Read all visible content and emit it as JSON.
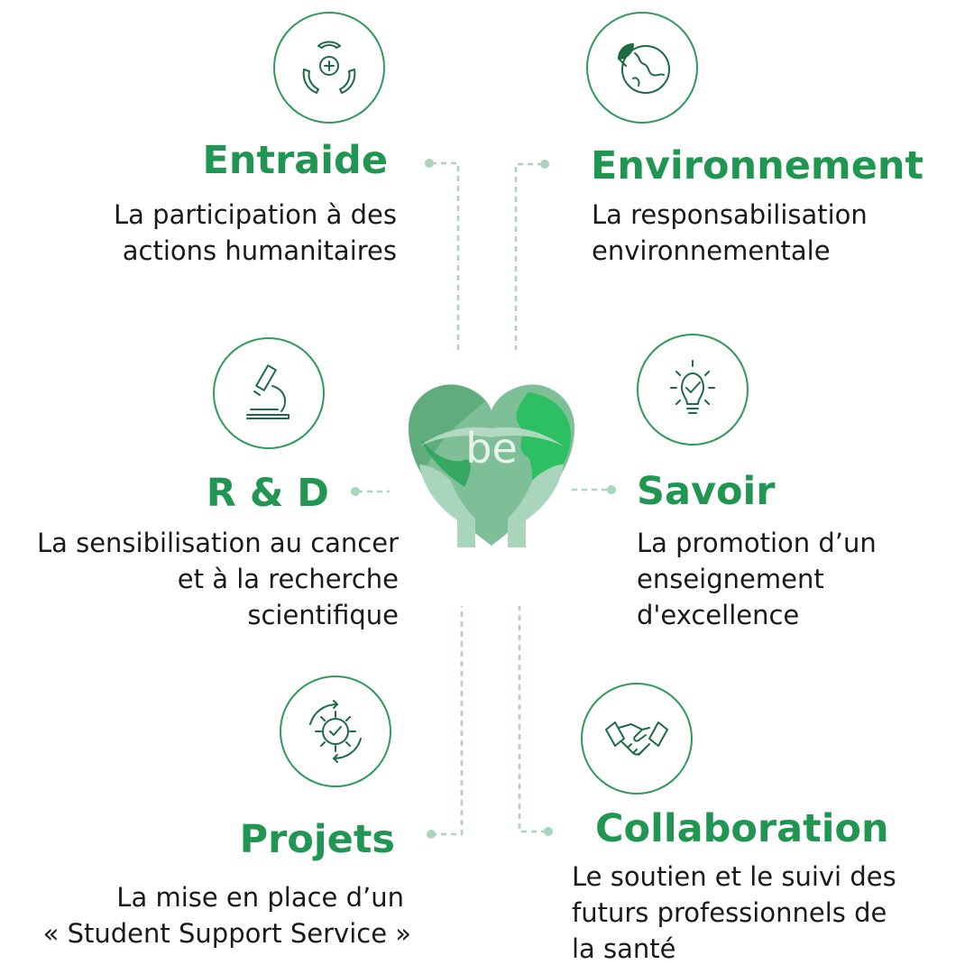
{
  "colors": {
    "accent": "#219653",
    "light": "#a8d5bb",
    "text": "#1a1a1a"
  },
  "center": {
    "logo_text": "be",
    "icon": "heart-globe-hands-icon"
  },
  "items": [
    {
      "title": "Entraide",
      "lines": [
        "La participation à des",
        "actions humanitaires"
      ],
      "icon": "helping-hands-medical-icon"
    },
    {
      "title": "Environnement",
      "lines": [
        "La responsabilisation",
        "environnementale"
      ],
      "icon": "globe-leaf-icon"
    },
    {
      "title": "R & D",
      "lines": [
        "La sensibilisation au cancer",
        "et à la recherche",
        "scientifique"
      ],
      "icon": "microscope-icon"
    },
    {
      "title": "Savoir",
      "lines": [
        "La promotion d’un",
        "enseignement",
        "d'excellence"
      ],
      "icon": "lightbulb-check-icon"
    },
    {
      "title": "Projets",
      "lines": [
        "La mise en place d’un",
        "« Student Support Service »"
      ],
      "icon": "gear-check-cycle-icon"
    },
    {
      "title": "Collaboration",
      "lines": [
        "Le soutien et le suivi des",
        "futurs professionnels de",
        "la santé"
      ],
      "icon": "handshake-icon"
    }
  ]
}
